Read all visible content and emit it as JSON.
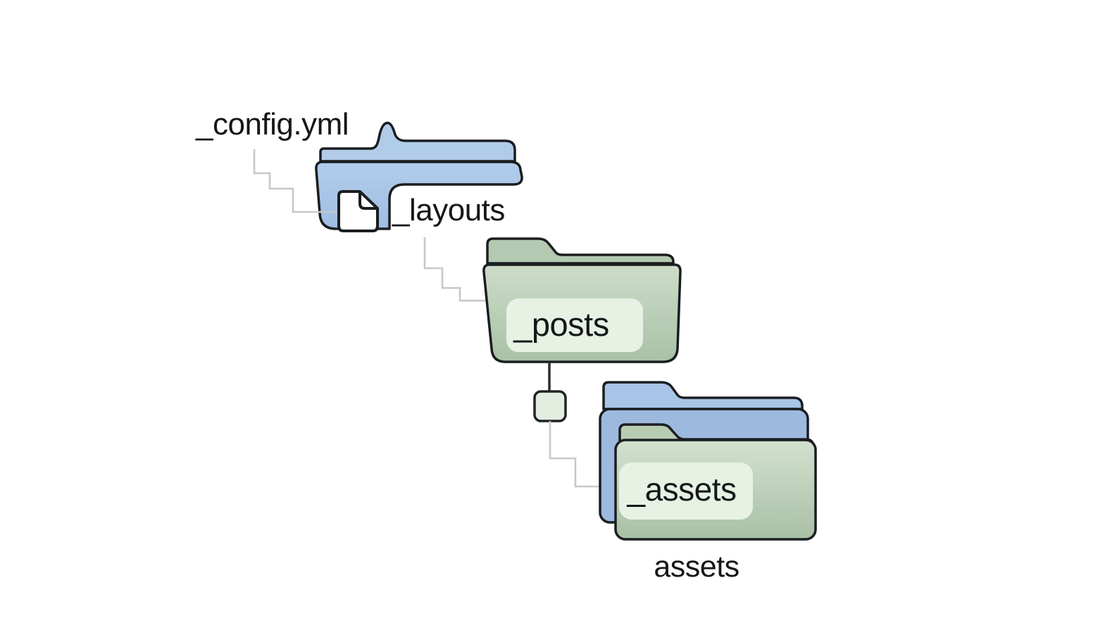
{
  "diagram": {
    "type": "folder-structure-tree",
    "labels": {
      "config": "_config.yml",
      "layouts": "_layouts",
      "posts": "_posts",
      "assets_inner": "_assets",
      "assets_caption": "assets"
    },
    "nodes": [
      {
        "label": "_config.yml",
        "kind": "file"
      },
      {
        "label": "_layouts",
        "kind": "folder",
        "color": "blue",
        "contains": "file-icon"
      },
      {
        "label": "_posts",
        "kind": "folder",
        "color": "green"
      },
      {
        "label": "_assets",
        "kind": "folder",
        "color": "green",
        "stacked_behind": "blue folder"
      },
      {
        "label": "assets",
        "kind": "caption"
      }
    ],
    "connections": [
      {
        "from": "_config.yml",
        "to": "_layouts",
        "style": "stepped-gray"
      },
      {
        "from": "_layouts",
        "to": "_posts",
        "style": "stepped-gray"
      },
      {
        "from": "_posts",
        "to": "junction-square",
        "style": "straight-dark"
      },
      {
        "from": "junction-square",
        "to": "_assets",
        "style": "stepped-gray"
      }
    ],
    "colors": {
      "outline": "#1a1d20",
      "folder_blue": "#a8c4e6",
      "folder_blue_back": "#b1cce9",
      "folder_blue_deep": "#9dbade",
      "folder_green_tab": "#b4c9b1",
      "folder_green_tab_assets": "#b8ccb4",
      "label_plate": "#e7f1e4",
      "junction_fill": "#e3eee0",
      "connector_gray": "#c6c8ca",
      "connector_dark": "#2b2d2e",
      "file_white": "#ffffff"
    }
  }
}
